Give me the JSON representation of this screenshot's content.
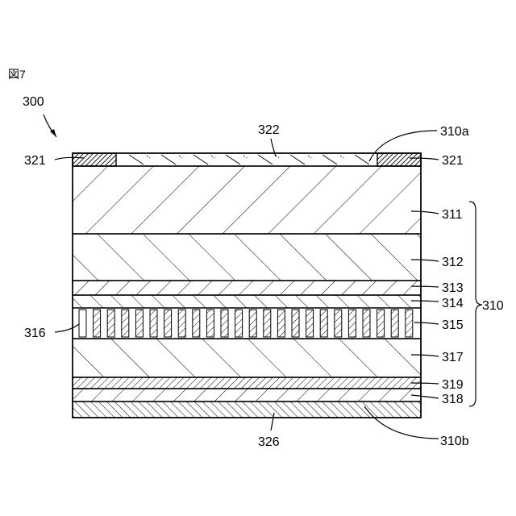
{
  "figure": {
    "fig_label": "図7",
    "device_ref": "300"
  },
  "labels": {
    "l322": "322",
    "l310a": "310a",
    "l321_left": "321",
    "l321_right": "321",
    "l311": "311",
    "l312": "312",
    "l313": "313",
    "l314": "314",
    "l315": "315",
    "l316": "316",
    "l317": "317",
    "l319": "319",
    "l318": "318",
    "l310": "310",
    "l326": "326",
    "l310b": "310b"
  }
}
